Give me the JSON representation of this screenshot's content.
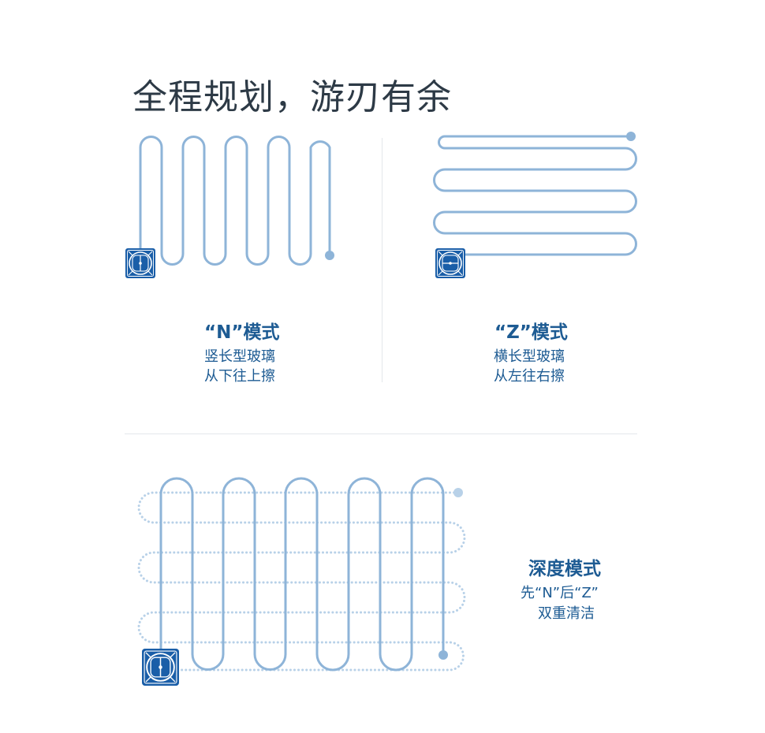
{
  "title": "全程规划，游刃有余",
  "modes": {
    "n": {
      "name": "“N”模式",
      "desc_line1": "竖长型玻璃",
      "desc_line2": "从下往上擦"
    },
    "z": {
      "name": "“Z”模式",
      "desc_line1": "横长型玻璃",
      "desc_line2": "从左往右擦"
    },
    "deep": {
      "name": "深度模式",
      "desc_line1": "先“N”后“Z”",
      "desc_line2": "双重清洁"
    }
  },
  "colors": {
    "path": "#8eb4d8",
    "path_light": "#b8d1e8",
    "robot": "#1a5ea8",
    "text": "#1d5b93",
    "title": "#2d3a46",
    "divider": "#e3e7eb"
  },
  "icons": {
    "robot": "window-cleaning-robot-icon"
  }
}
